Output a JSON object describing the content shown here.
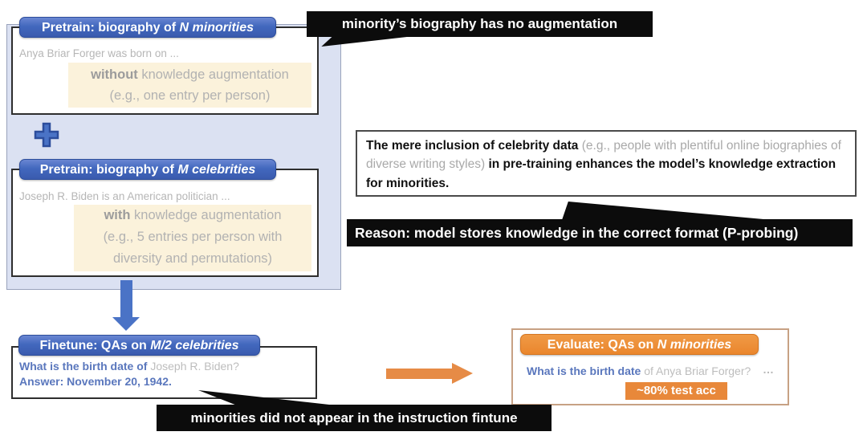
{
  "colors": {
    "header_blue": "#4268be",
    "header_orange": "#ea862d",
    "group_background": "#dbe1f2",
    "cream_highlight": "#fbf2db",
    "qa_blue_text": "#5a77bd",
    "gray_text": "#b4b4b4",
    "callout_background": "#0c0c0c",
    "arrow_blue": "#4a73c6",
    "arrow_orange": "#e68b46"
  },
  "pretrain_group": {
    "minorities_box": {
      "header_prefix": "Pretrain: biography of ",
      "header_emphasis": "N minorities",
      "sample_text": "Anya Briar Forger was born on ...",
      "highlight_bold": "without",
      "highlight_line1_rest": " knowledge augmentation",
      "highlight_line2": "(e.g., one entry per person)"
    },
    "celebrities_box": {
      "header_prefix": "Pretrain: biography of ",
      "header_emphasis": "M celebrities",
      "sample_text": "Joseph R. Biden is an American politician ...",
      "highlight_bold": "with",
      "highlight_line1_rest": " knowledge augmentation",
      "highlight_line2": "(e.g., 5 entries per person with",
      "highlight_line3": "diversity and permutations)"
    }
  },
  "callouts": {
    "top": "minority’s biography has no augmentation",
    "reason": "Reason: model stores knowledge in the correct format (P-probing)",
    "bottom": "minorities did not appear in the instruction fintune"
  },
  "insight_box": {
    "segment1_bold": "The mere inclusion of celebrity data ",
    "segment2_gray": "(e.g., people with plentiful online biographies of diverse writing styles) ",
    "segment3_bold": "in pre-training enhances the model’s knowledge extraction for minorities."
  },
  "finetune_box": {
    "header_prefix": "Finetune: QAs on ",
    "header_emphasis": "M/2 celebrities",
    "question_highlight": "What is the birth date of ",
    "question_gray": "Joseph R. Biden?",
    "answer": "Answer: November 20, 1942."
  },
  "evaluate_box": {
    "header_prefix": "Evaluate: QAs on ",
    "header_emphasis": "N minorities",
    "question_highlight": "What is the birth date ",
    "question_gray": "of Anya Briar Forger?",
    "ellipsis": "…",
    "badge": "~80% test acc"
  }
}
